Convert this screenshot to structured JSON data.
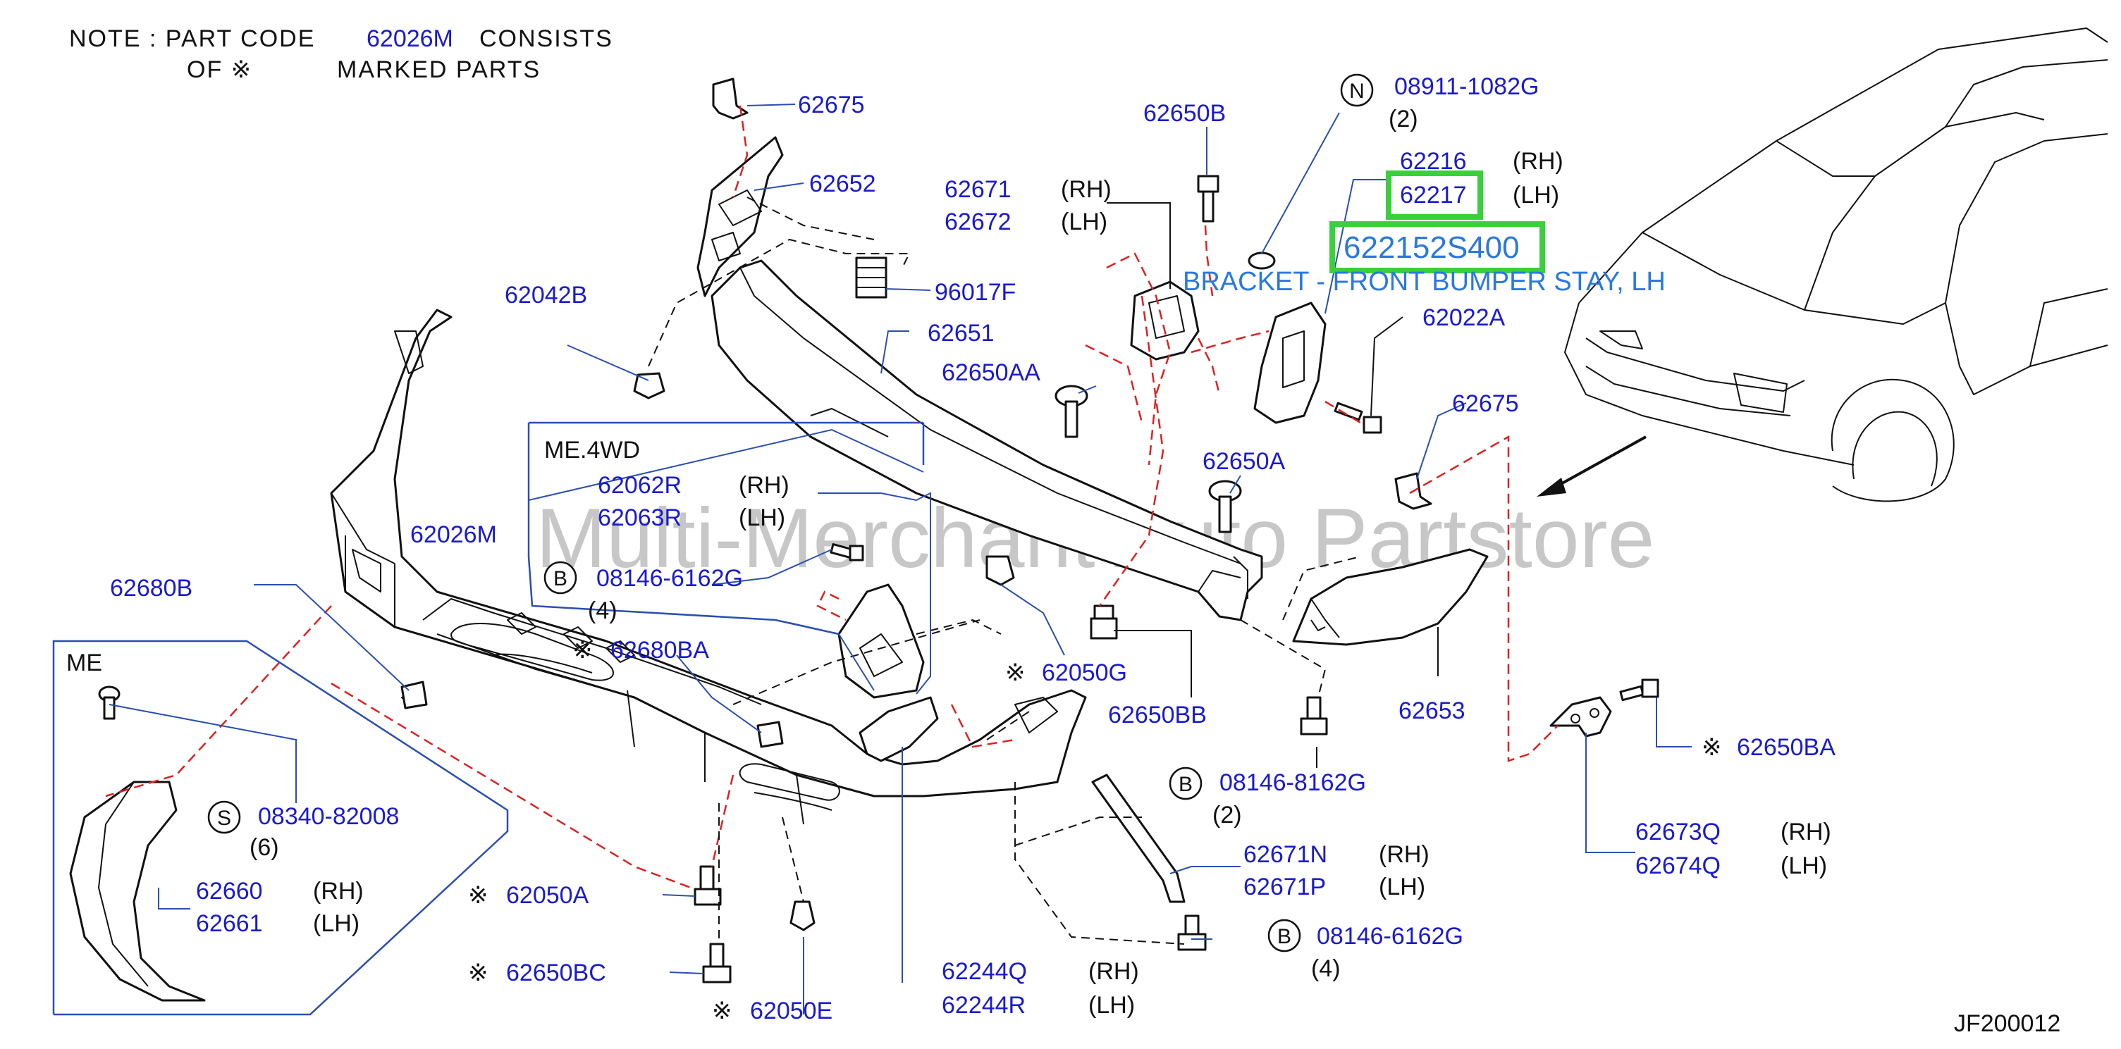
{
  "note": {
    "line1": "NOTE  :  PART  CODE",
    "code": "62026M",
    "line1b": "CONSISTS",
    "line2a": "OF ※",
    "line2b": "MARKED  PARTS"
  },
  "watermark": "Multi-Merchant Auto Partstore",
  "highlight": {
    "part_number": "622152S400",
    "description": "BRACKET - FRONT BUMPER STAY, LH"
  },
  "diagram_id": "JF200012",
  "subassemblies": {
    "me4wd": "ME.4WD",
    "me": "ME"
  },
  "labels": [
    {
      "id": "p62675a",
      "text": "62675"
    },
    {
      "id": "p62652",
      "text": "62652"
    },
    {
      "id": "p62671",
      "text": "62671"
    },
    {
      "id": "p62672",
      "text": "62672"
    },
    {
      "id": "p62650B",
      "text": "62650B"
    },
    {
      "id": "p08911",
      "text": "08911-1082G"
    },
    {
      "id": "p62216",
      "text": "62216"
    },
    {
      "id": "p62217",
      "text": "62217"
    },
    {
      "id": "p62042B",
      "text": "62042B"
    },
    {
      "id": "p96017F",
      "text": "96017F"
    },
    {
      "id": "p62651",
      "text": "62651"
    },
    {
      "id": "p62650AA",
      "text": "62650AA"
    },
    {
      "id": "p62022A",
      "text": "62022A"
    },
    {
      "id": "p62675b",
      "text": "62675"
    },
    {
      "id": "p62062R",
      "text": "62062R"
    },
    {
      "id": "p62063R",
      "text": "62063R"
    },
    {
      "id": "p62650A",
      "text": "62650A"
    },
    {
      "id": "p62026M",
      "text": "62026M"
    },
    {
      "id": "p08146a",
      "text": "08146-6162G"
    },
    {
      "id": "p62680B",
      "text": "62680B"
    },
    {
      "id": "p62680BA",
      "text": "62680BA"
    },
    {
      "id": "p62050G",
      "text": "62050G"
    },
    {
      "id": "p62650BB",
      "text": "62650BB"
    },
    {
      "id": "p62653",
      "text": "62653"
    },
    {
      "id": "p62650BA",
      "text": "62650BA"
    },
    {
      "id": "p08146b",
      "text": "08146-8162G"
    },
    {
      "id": "p08340",
      "text": "08340-82008"
    },
    {
      "id": "p62673Q",
      "text": "62673Q"
    },
    {
      "id": "p62674Q",
      "text": "62674Q"
    },
    {
      "id": "p62671N",
      "text": "62671N"
    },
    {
      "id": "p62671P",
      "text": "62671P"
    },
    {
      "id": "p62660",
      "text": "62660"
    },
    {
      "id": "p62661",
      "text": "62661"
    },
    {
      "id": "p62050A",
      "text": "62050A"
    },
    {
      "id": "p08146c",
      "text": "08146-6162G"
    },
    {
      "id": "p62650BC",
      "text": "62650BC"
    },
    {
      "id": "p62244Q",
      "text": "62244Q"
    },
    {
      "id": "p62244R",
      "text": "62244R"
    },
    {
      "id": "p62050E",
      "text": "62050E"
    }
  ],
  "qualifiers": {
    "rh": "(RH)",
    "lh": "(LH)",
    "q2": "(2)",
    "q4": "(4)",
    "q6": "(6)",
    "mark": "※"
  },
  "circles": {
    "N": "N",
    "B": "B",
    "S": "S"
  }
}
